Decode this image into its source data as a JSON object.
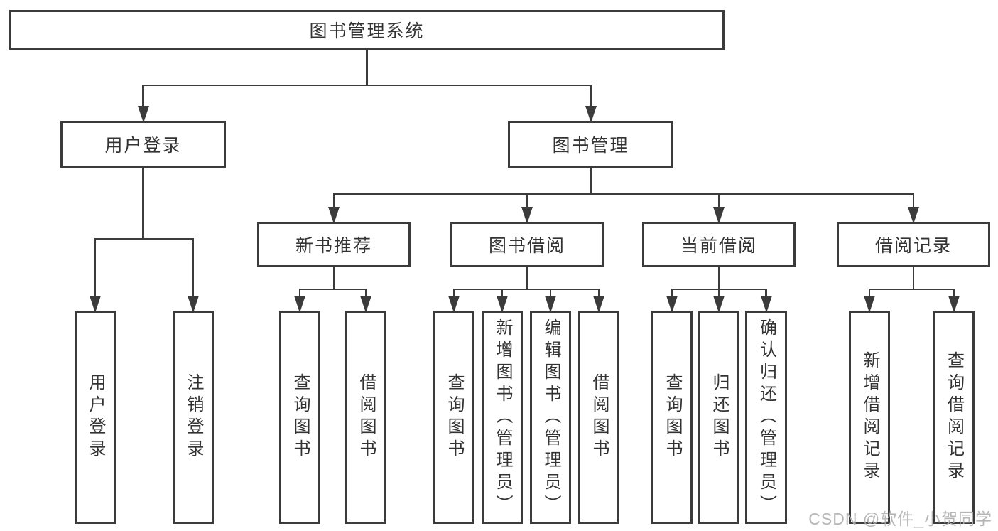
{
  "diagram": {
    "title": "图书管理系统",
    "watermark": "CSDN @软件_小贺同学",
    "colors": {
      "background": "#ffffff",
      "box_border": "#3b3b3b",
      "line": "#3b3b3b",
      "text": "#333333",
      "watermark_text": "#b0b0b0"
    },
    "nodes": [
      {
        "id": "root",
        "label": "图书管理系统",
        "orientation": "horizontal",
        "parent": null
      },
      {
        "id": "user-login",
        "label": "用户登录",
        "orientation": "horizontal",
        "parent": "root"
      },
      {
        "id": "book-mgmt",
        "label": "图书管理",
        "orientation": "horizontal",
        "parent": "root"
      },
      {
        "id": "login",
        "label": "用户登录",
        "orientation": "vertical",
        "parent": "user-login"
      },
      {
        "id": "logout",
        "label": "注销登录",
        "orientation": "vertical",
        "parent": "user-login"
      },
      {
        "id": "new-book-rec",
        "label": "新书推荐",
        "orientation": "horizontal",
        "parent": "book-mgmt"
      },
      {
        "id": "book-borrow",
        "label": "图书借阅",
        "orientation": "horizontal",
        "parent": "book-mgmt"
      },
      {
        "id": "current-borrow",
        "label": "当前借阅",
        "orientation": "horizontal",
        "parent": "book-mgmt"
      },
      {
        "id": "borrow-records",
        "label": "借阅记录",
        "orientation": "horizontal",
        "parent": "book-mgmt"
      },
      {
        "id": "rec-query-book",
        "label": "查询图书",
        "orientation": "vertical",
        "parent": "new-book-rec"
      },
      {
        "id": "rec-borrow-book",
        "label": "借阅图书",
        "orientation": "vertical",
        "parent": "new-book-rec"
      },
      {
        "id": "bb-query-book",
        "label": "查询图书",
        "orientation": "vertical",
        "parent": "book-borrow"
      },
      {
        "id": "bb-add-book",
        "label": "新增图书（管理员）",
        "orientation": "vertical",
        "parent": "book-borrow"
      },
      {
        "id": "bb-edit-book",
        "label": "编辑图书（管理员）",
        "orientation": "vertical",
        "parent": "book-borrow"
      },
      {
        "id": "bb-borrow-book",
        "label": "借阅图书",
        "orientation": "vertical",
        "parent": "book-borrow"
      },
      {
        "id": "cb-query-book",
        "label": "查询图书",
        "orientation": "vertical",
        "parent": "current-borrow"
      },
      {
        "id": "cb-return-book",
        "label": "归还图书",
        "orientation": "vertical",
        "parent": "current-borrow"
      },
      {
        "id": "cb-confirm-return",
        "label": "确认归还（管理员）",
        "orientation": "vertical",
        "parent": "current-borrow"
      },
      {
        "id": "br-add-record",
        "label": "新增借阅记录",
        "orientation": "vertical",
        "parent": "borrow-records"
      },
      {
        "id": "br-query-record",
        "label": "查询借阅记录",
        "orientation": "vertical",
        "parent": "borrow-records"
      }
    ]
  }
}
